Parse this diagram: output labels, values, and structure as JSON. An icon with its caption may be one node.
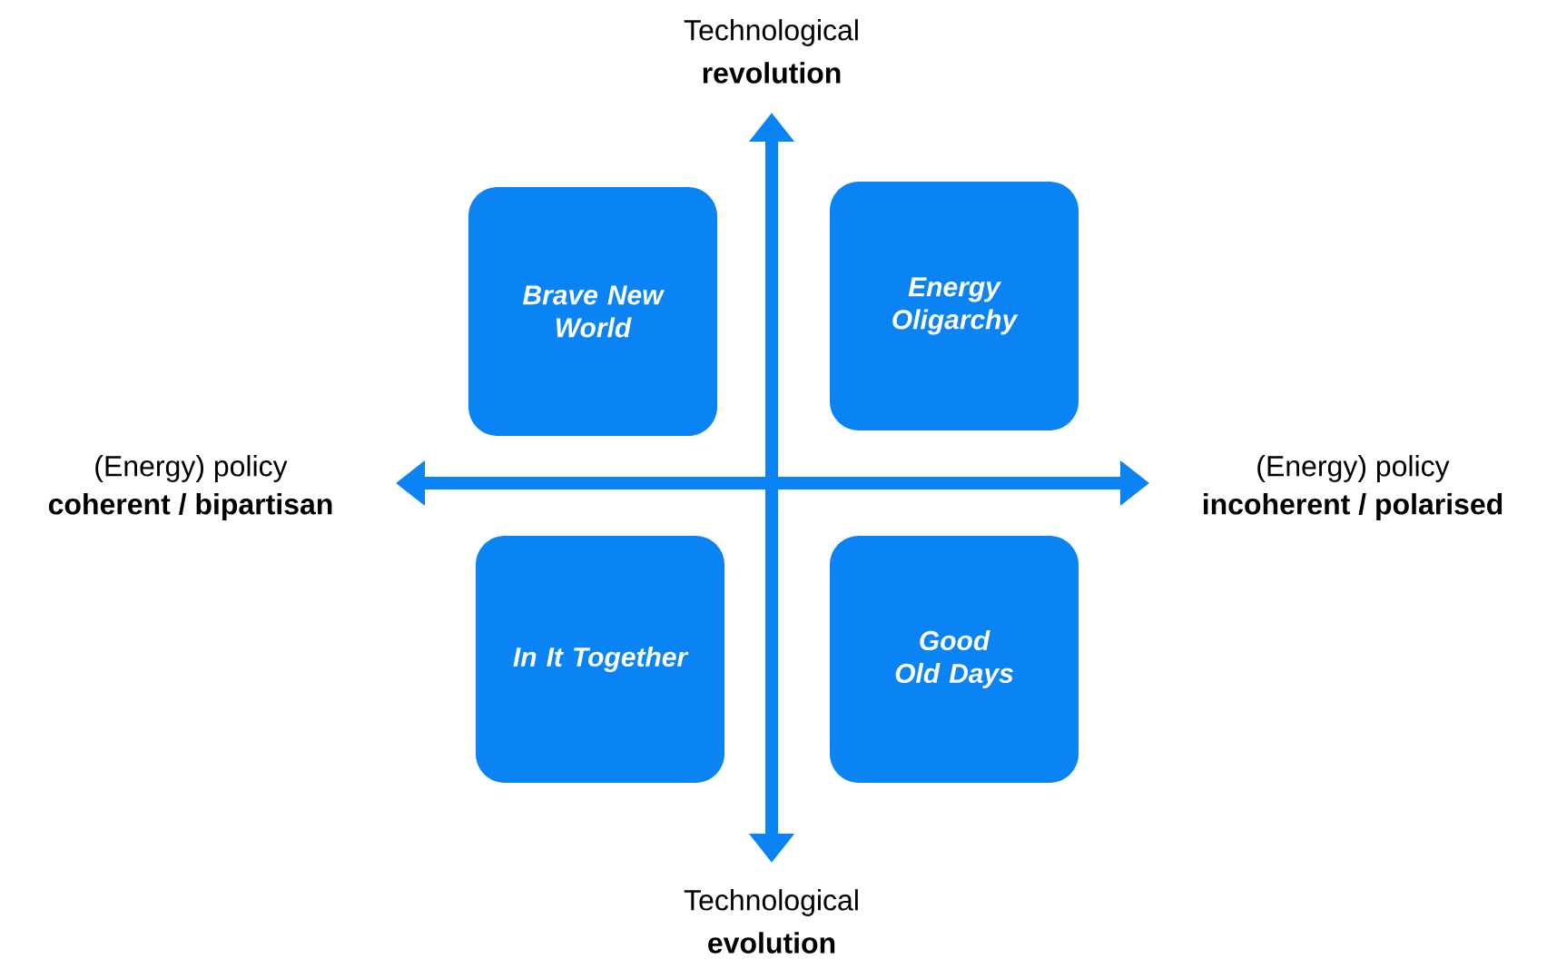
{
  "diagram": {
    "nodes": [
      {
        "text": [
          "Brave New World"
        ]
      },
      {
        "text": [
          "Energy Oligarchy"
        ]
      },
      {
        "text": [
          "In It Together"
        ]
      },
      {
        "text": [
          "Good Old Days"
        ]
      }
    ],
    "edges": [],
    "labels": [
      "Technological",
      "revolution",
      "(Energy) policy",
      "coherent / bipartisan",
      "(Energy) policy",
      "incoherent / polarised",
      "Technological",
      "evolution"
    ]
  }
}
